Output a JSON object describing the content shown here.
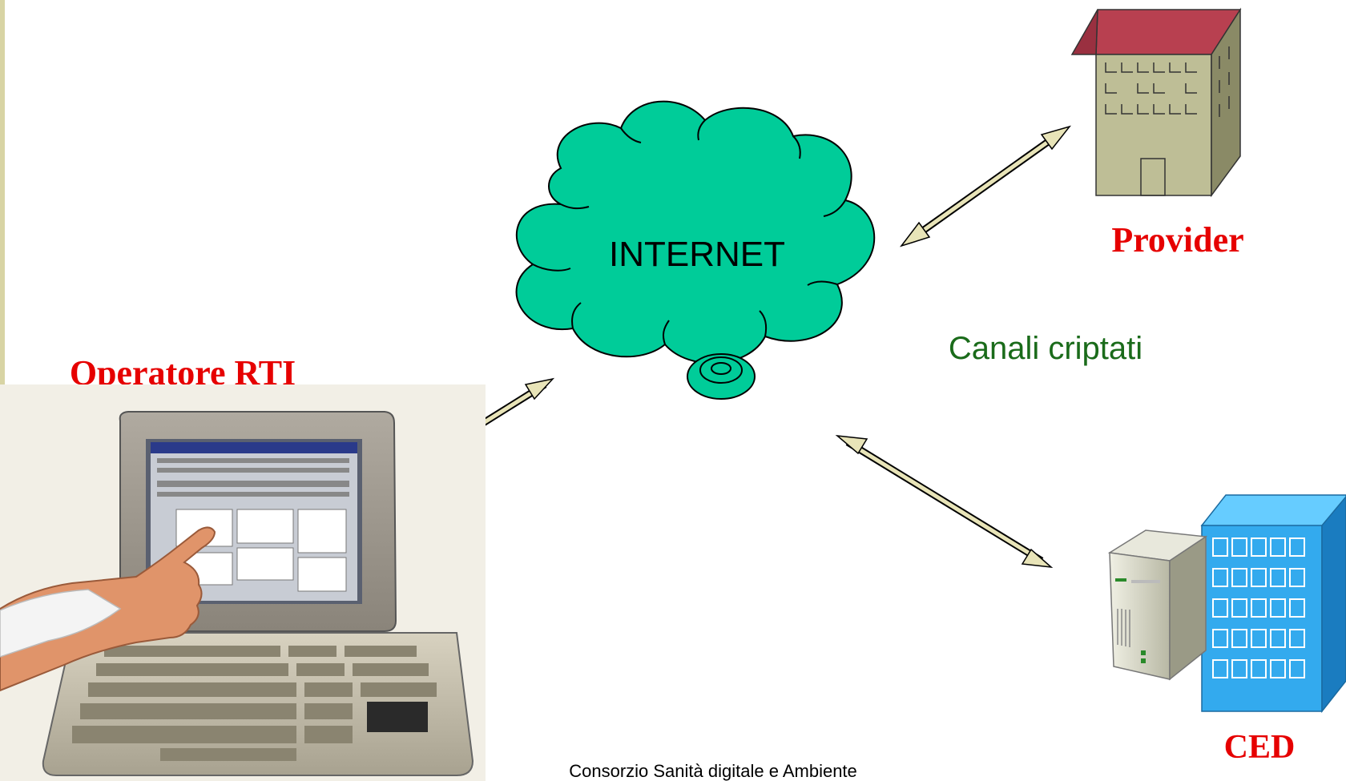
{
  "cloud_label": "INTERNET",
  "provider_label": "Provider",
  "operator_label": "Operatore RTI",
  "ced_label": "CED",
  "channel_label": "Canali criptati",
  "footer": "Consorzio Sanità digitale e Ambiente",
  "colors": {
    "cloud": "#00cc99",
    "title_red": "#e60000",
    "channel_green": "#1a6b1a",
    "arrow_fill": "#e8e4b8",
    "roof": "#b84050",
    "building": "#bebe96",
    "blue_building": "#33aaee"
  },
  "icons": [
    "cloud-icon",
    "building-icon",
    "computer-icon",
    "server-icon",
    "office-building-icon"
  ]
}
